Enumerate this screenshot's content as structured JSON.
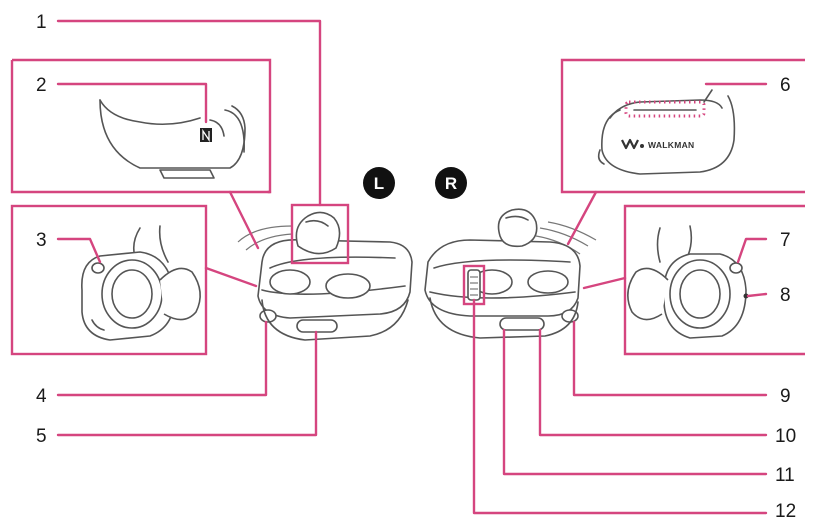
{
  "callouts": {
    "n1": "1",
    "n2": "2",
    "n3": "3",
    "n4": "4",
    "n5": "5",
    "n6": "6",
    "n7": "7",
    "n8": "8",
    "n9": "9",
    "n10": "10",
    "n11": "11",
    "n12": "12"
  },
  "badges": {
    "left": "L",
    "right": "R"
  },
  "logo": "WALKMAN",
  "colors": {
    "leader": "#d5457f",
    "outline": "#555555",
    "badge": "#111111"
  },
  "icons": {
    "nfc_mark": "n-mark-icon"
  }
}
